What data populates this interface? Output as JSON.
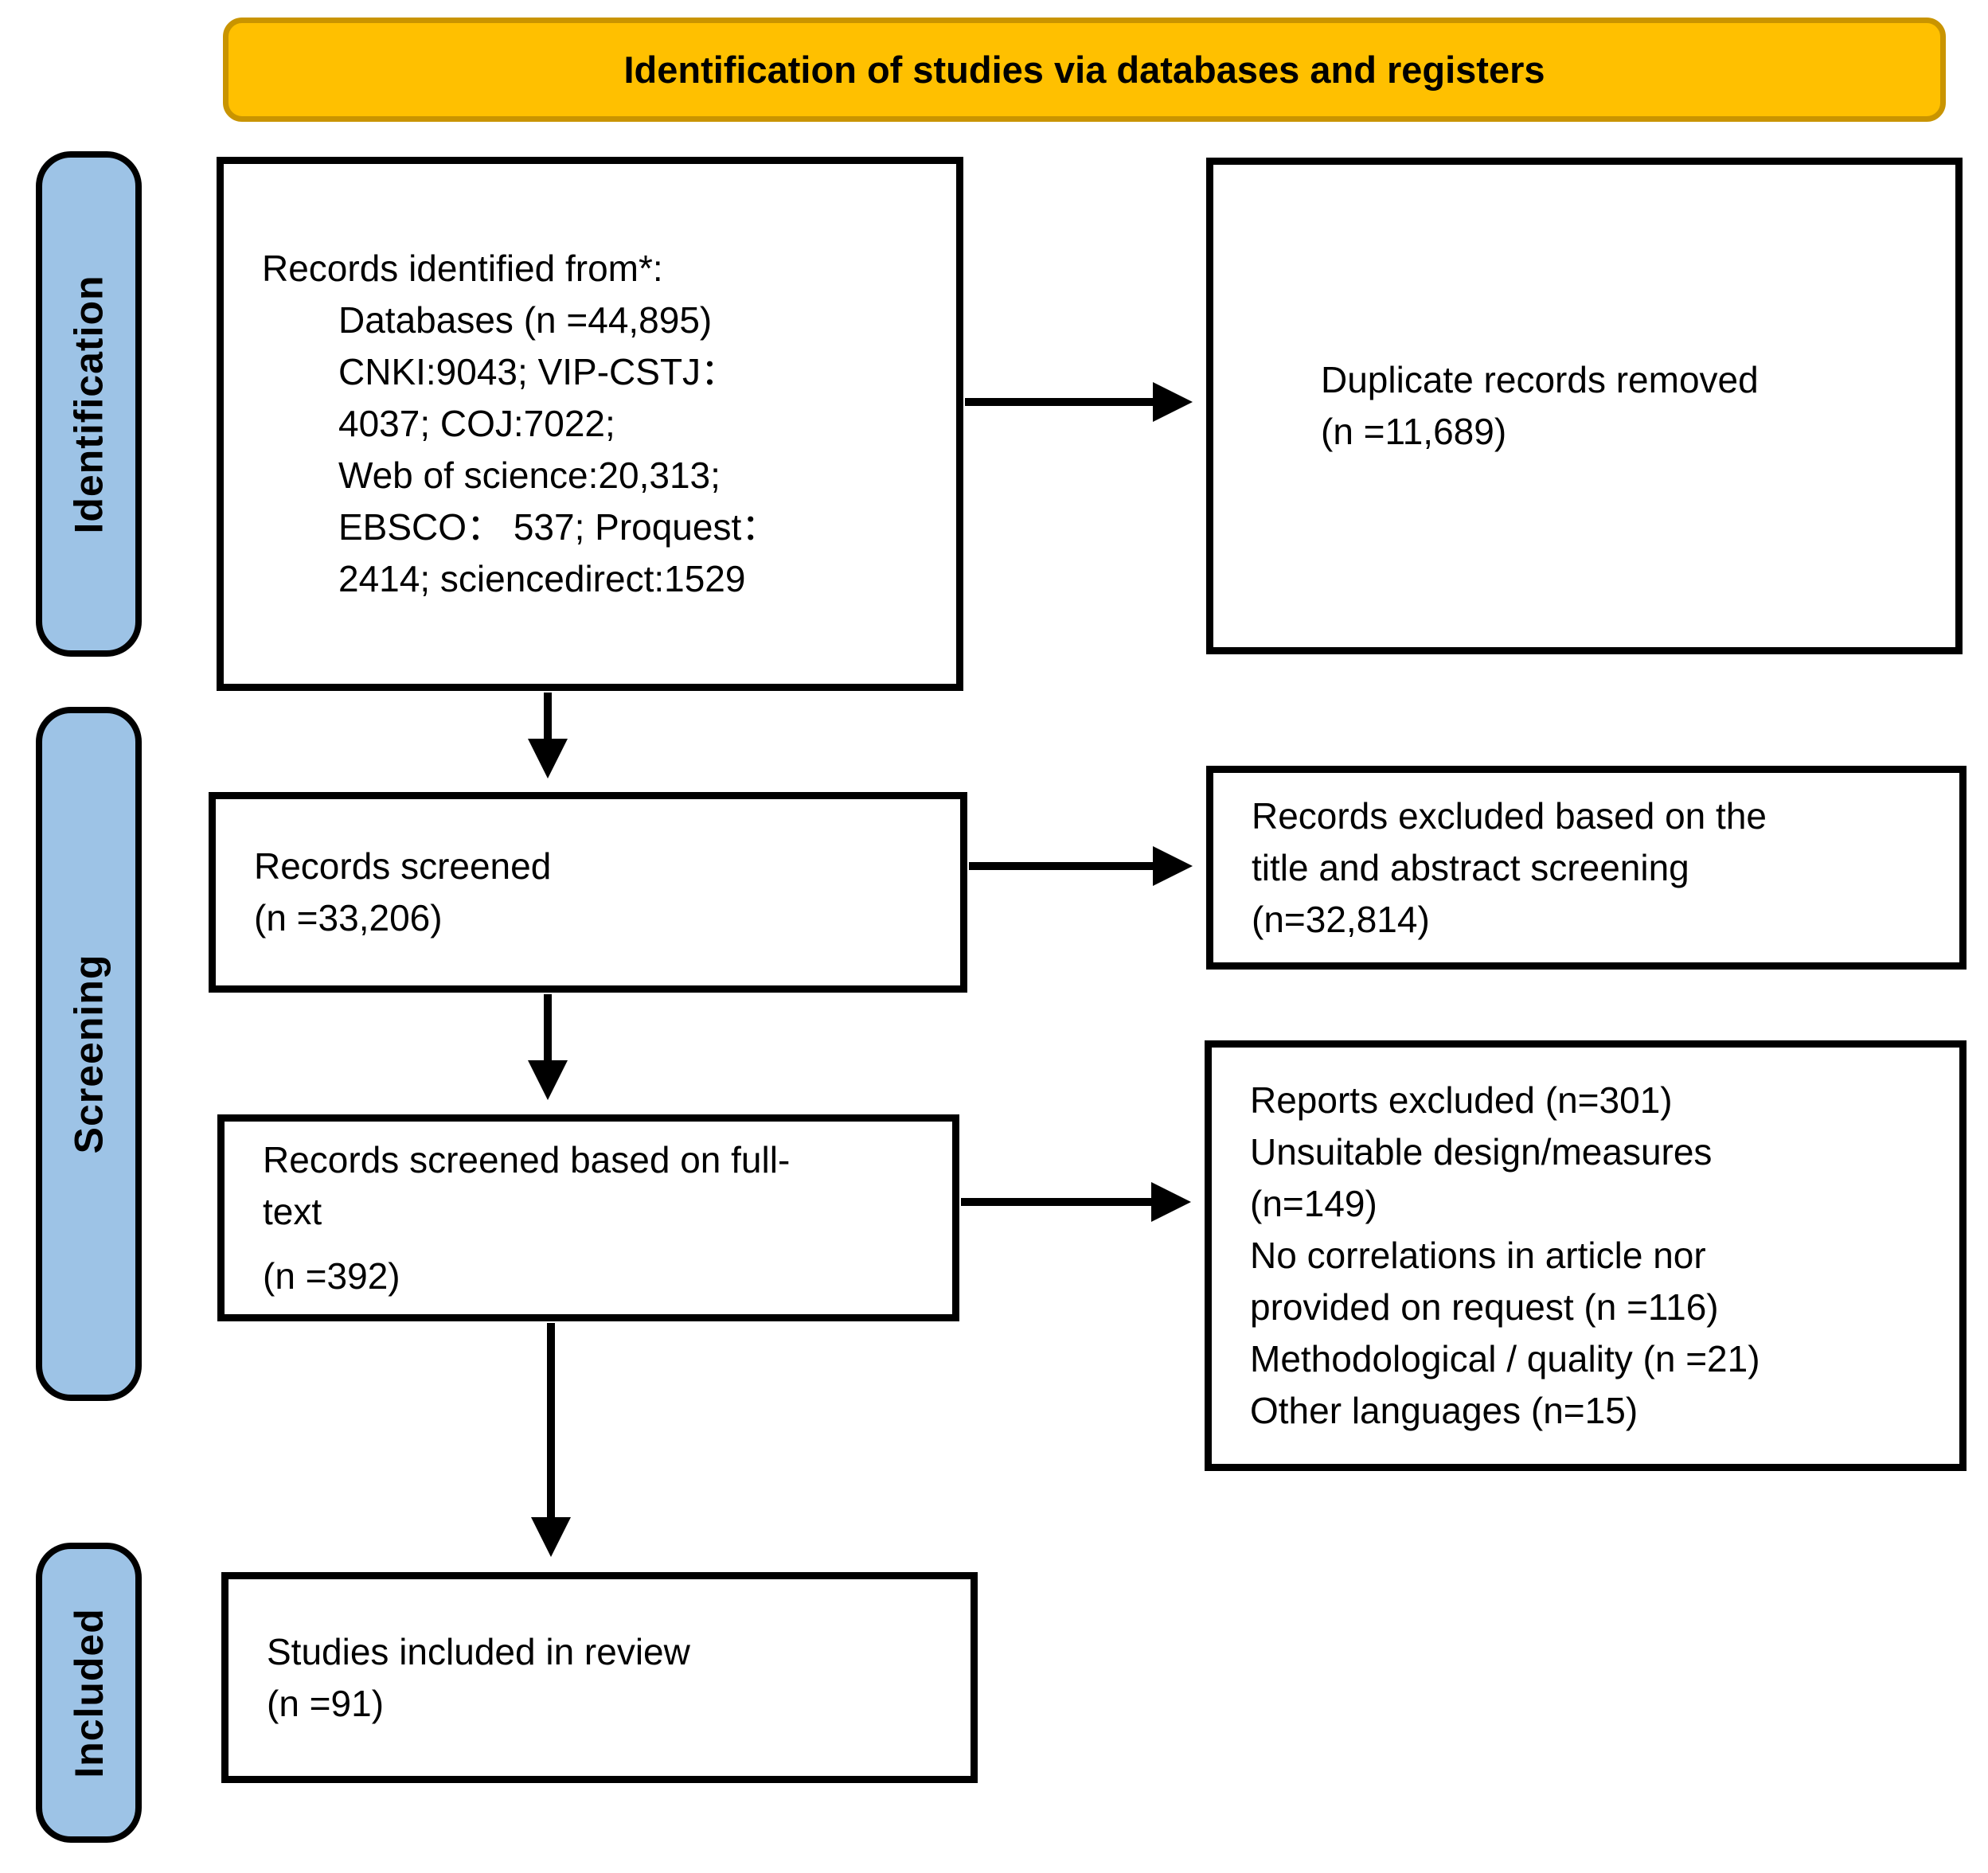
{
  "banner": {
    "title": "Identification of studies via databases and registers"
  },
  "stages": [
    {
      "label": "Identification"
    },
    {
      "label": "Screening"
    },
    {
      "label": "Included"
    }
  ],
  "boxes": {
    "records_identified": {
      "intro": "Records identified from*:",
      "details": "Databases (n =44,895)\nCNKI:9043; VIP-CSTJ：\n4037; COJ:7022;\nWeb of science:20,313;\nEBSCO： 537; Proquest：\n2414; sciencedirect:1529"
    },
    "duplicates_removed": "Duplicate records removed\n(n =11,689)",
    "records_screened": "Records screened\n(n =33,206)",
    "records_excluded_title_abstract": "Records excluded based on the\ntitle and abstract screening\n(n=32,814)",
    "fulltext_screened": {
      "main": "Records screened based on full-\ntext",
      "count": "(n =392)"
    },
    "reports_excluded": "Reports excluded (n=301)\nUnsuitable design/measures\n(n=149)\nNo correlations in article nor\nprovided on request (n =116)\nMethodological / quality (n =21)\nOther languages (n=15)",
    "studies_included": "Studies included in review\n(n =91)"
  },
  "colors": {
    "banner_fill": "#FFC000",
    "banner_border": "#C99400",
    "stage_fill": "#9DC3E6",
    "stage_border": "#000000",
    "box_background": "#FFFFFF",
    "box_border": "#000000",
    "arrow": "#000000",
    "text": "#000000"
  }
}
